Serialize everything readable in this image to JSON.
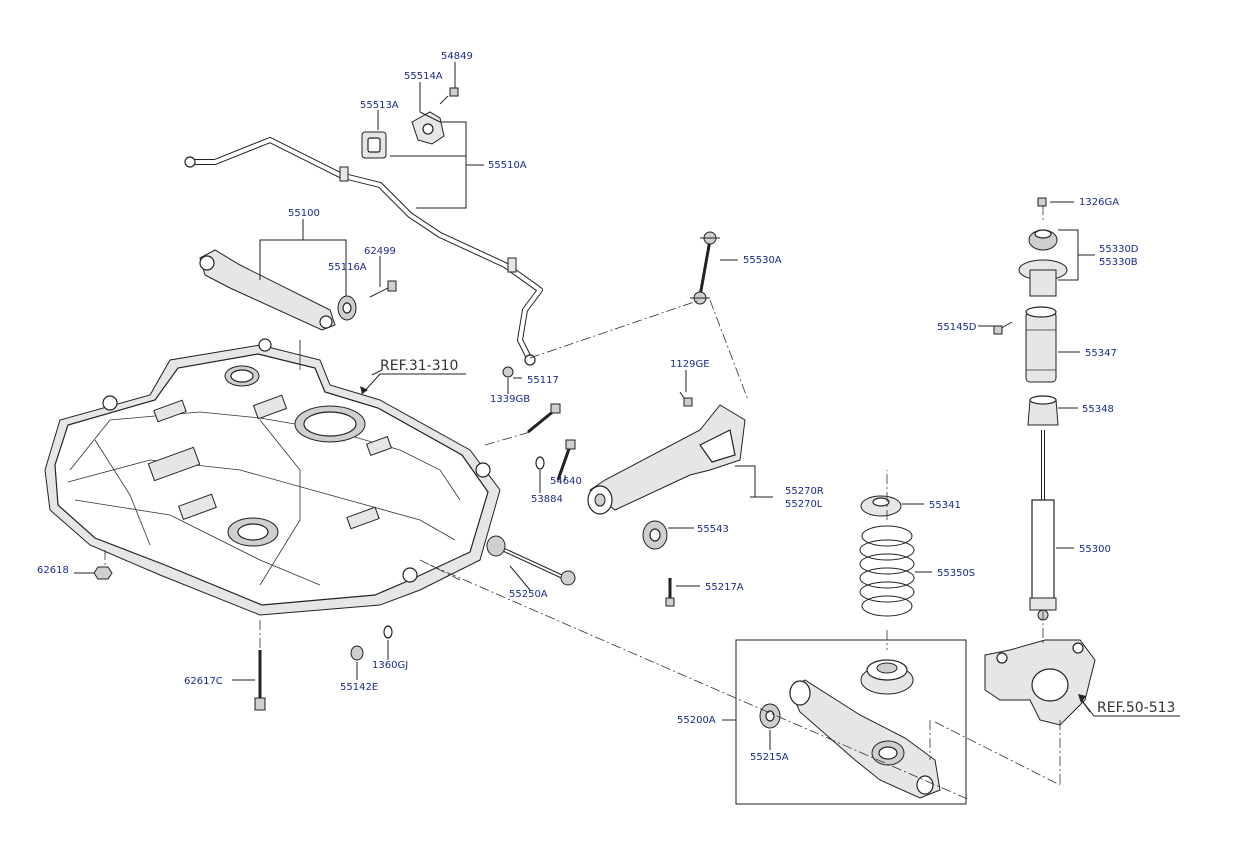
{
  "diagram": {
    "references": [
      "REF.31-310",
      "REF.50-513"
    ],
    "parts": [
      "54849",
      "55514A",
      "55513A",
      "55510A",
      "55100",
      "62499",
      "55116A",
      "55530A",
      "55117",
      "1339GB",
      "1129GE",
      "54640",
      "53884",
      "55270R",
      "55270L",
      "55543",
      "55217A",
      "55250A",
      "62618",
      "62617C",
      "1360GJ",
      "55142E",
      "55200A",
      "55215A",
      "1326GA",
      "55330D",
      "55330B",
      "55145D",
      "55347",
      "55348",
      "55341",
      "55350S",
      "55300"
    ]
  }
}
